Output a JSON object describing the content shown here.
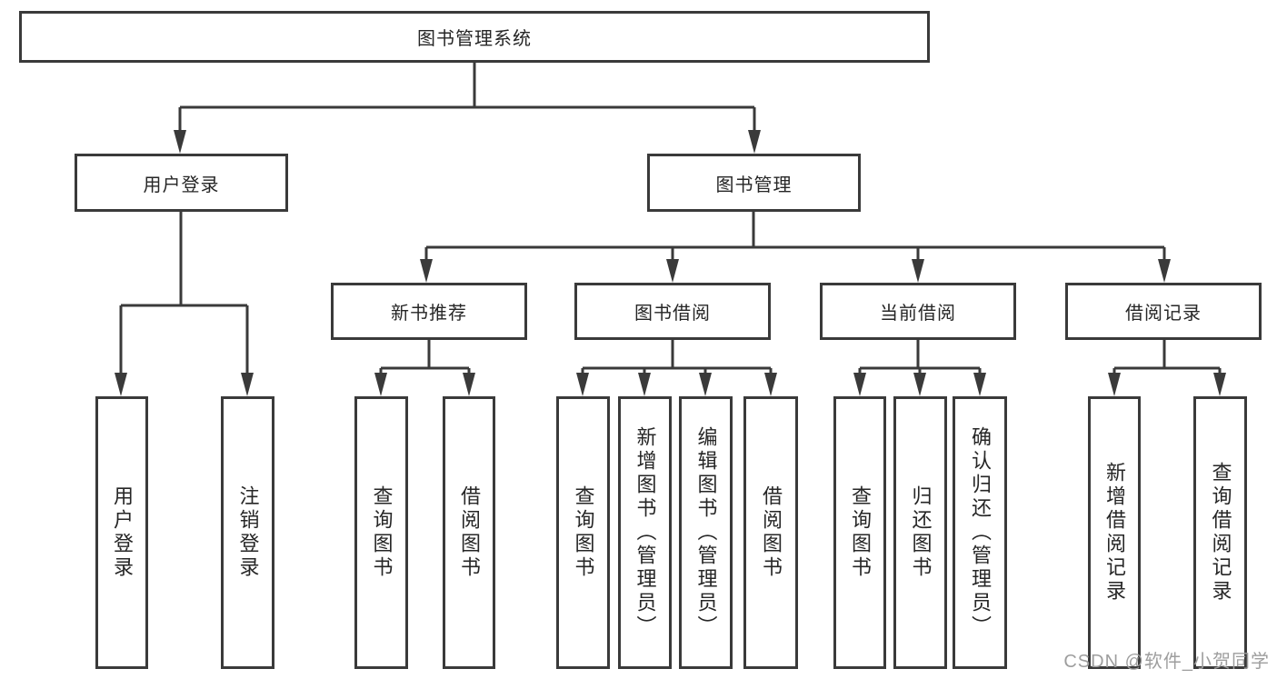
{
  "diagram": {
    "tree": {
      "label": "图书管理系统",
      "children": [
        {
          "label": "用户登录",
          "children": [
            {
              "label": "用户登录"
            },
            {
              "label": "注销登录"
            }
          ]
        },
        {
          "label": "图书管理",
          "children": [
            {
              "label": "新书推荐",
              "children": [
                {
                  "label": "查询图书"
                },
                {
                  "label": "借阅图书"
                }
              ]
            },
            {
              "label": "图书借阅",
              "children": [
                {
                  "label": "查询图书"
                },
                {
                  "label": "新增图书（管理员）"
                },
                {
                  "label": "编辑图书（管理员）"
                },
                {
                  "label": "借阅图书"
                }
              ]
            },
            {
              "label": "当前借阅",
              "children": [
                {
                  "label": "查询图书"
                },
                {
                  "label": "归还图书"
                },
                {
                  "label": "确认归还（管理员）"
                }
              ]
            },
            {
              "label": "借阅记录",
              "children": [
                {
                  "label": "新增借阅记录"
                },
                {
                  "label": "查询借阅记录"
                }
              ]
            }
          ]
        }
      ]
    },
    "colors": {
      "line": "#3a3a3a",
      "text": "#262626",
      "background": "#ffffff",
      "watermark": "#9e9e9e"
    }
  },
  "watermark": {
    "text": "CSDN @软件_小贺同学"
  }
}
